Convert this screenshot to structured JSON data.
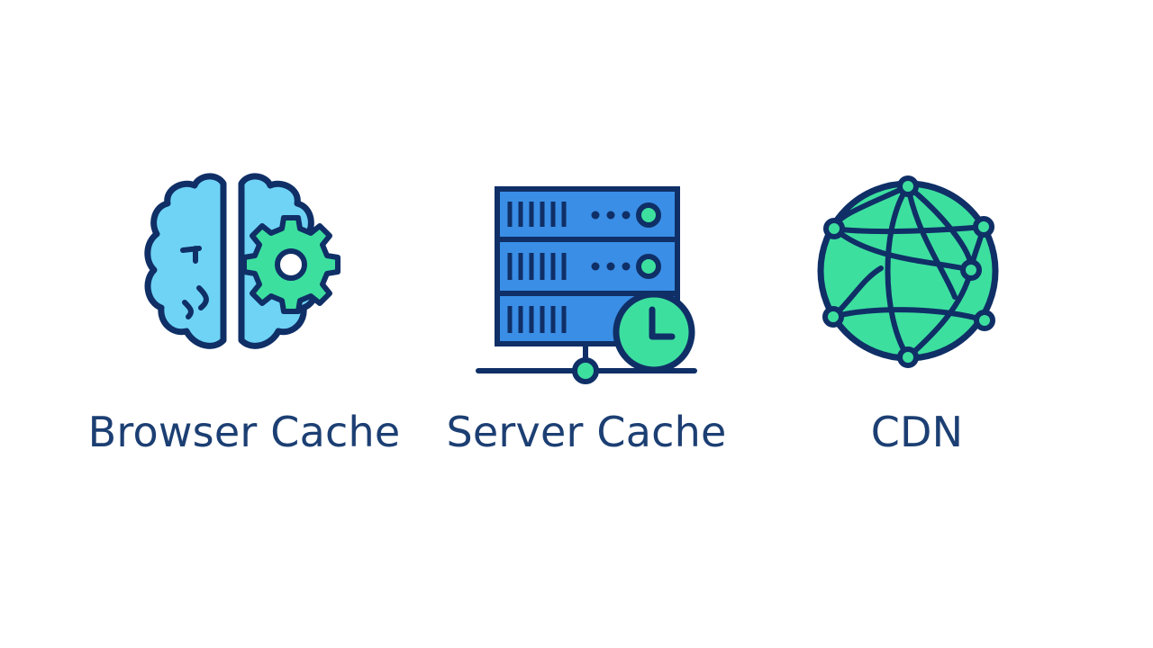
{
  "colors": {
    "outline": "#0f2f66",
    "brain_fill": "#6fd3f5",
    "gear_fill": "#3ddf9f",
    "server_fill": "#3a8ee6",
    "clock_fill": "#3ddf9f",
    "globe_fill": "#3ddf9f",
    "label": "#1c3f73"
  },
  "items": [
    {
      "label": "Browser Cache",
      "icon": "brain-gear-icon"
    },
    {
      "label": "Server Cache",
      "icon": "server-clock-icon"
    },
    {
      "label": "CDN",
      "icon": "globe-network-icon"
    }
  ]
}
